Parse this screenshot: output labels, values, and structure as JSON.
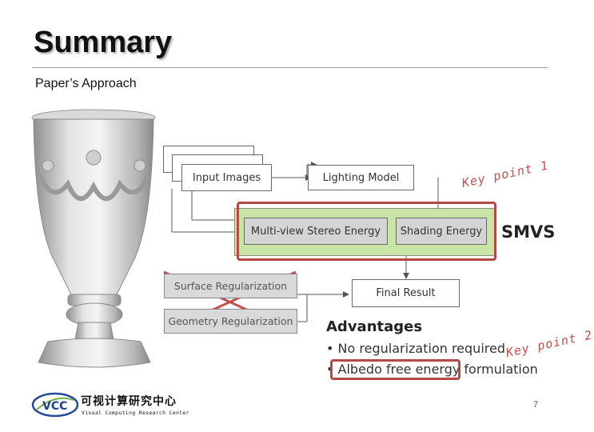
{
  "slide": {
    "title": "Summary",
    "subtitle": "Paper’s  Approach",
    "page_number": "7"
  },
  "diagram": {
    "input_images": "Input Images",
    "lighting_model": "Lighting Model",
    "multiview_stereo_energy": "Multi-view Stereo Energy",
    "shading_energy": "Shading Energy",
    "smvs": "SMVS",
    "surface_regularization": "Surface Regularization",
    "geometry_regularization": "Geometry Regularization",
    "final_result": "Final Result",
    "advantages_title": "Advantages",
    "advantages": [
      "No regularization required",
      "Albedo free energy formulation"
    ]
  },
  "annotations": {
    "key_point_1": "Key point 1",
    "key_point_2": "Key point 2",
    "color": "#c0504d"
  },
  "logo": {
    "abbr": "VCC",
    "cn": "可视计算研究中心",
    "en": "Visual Computing Research Center"
  }
}
